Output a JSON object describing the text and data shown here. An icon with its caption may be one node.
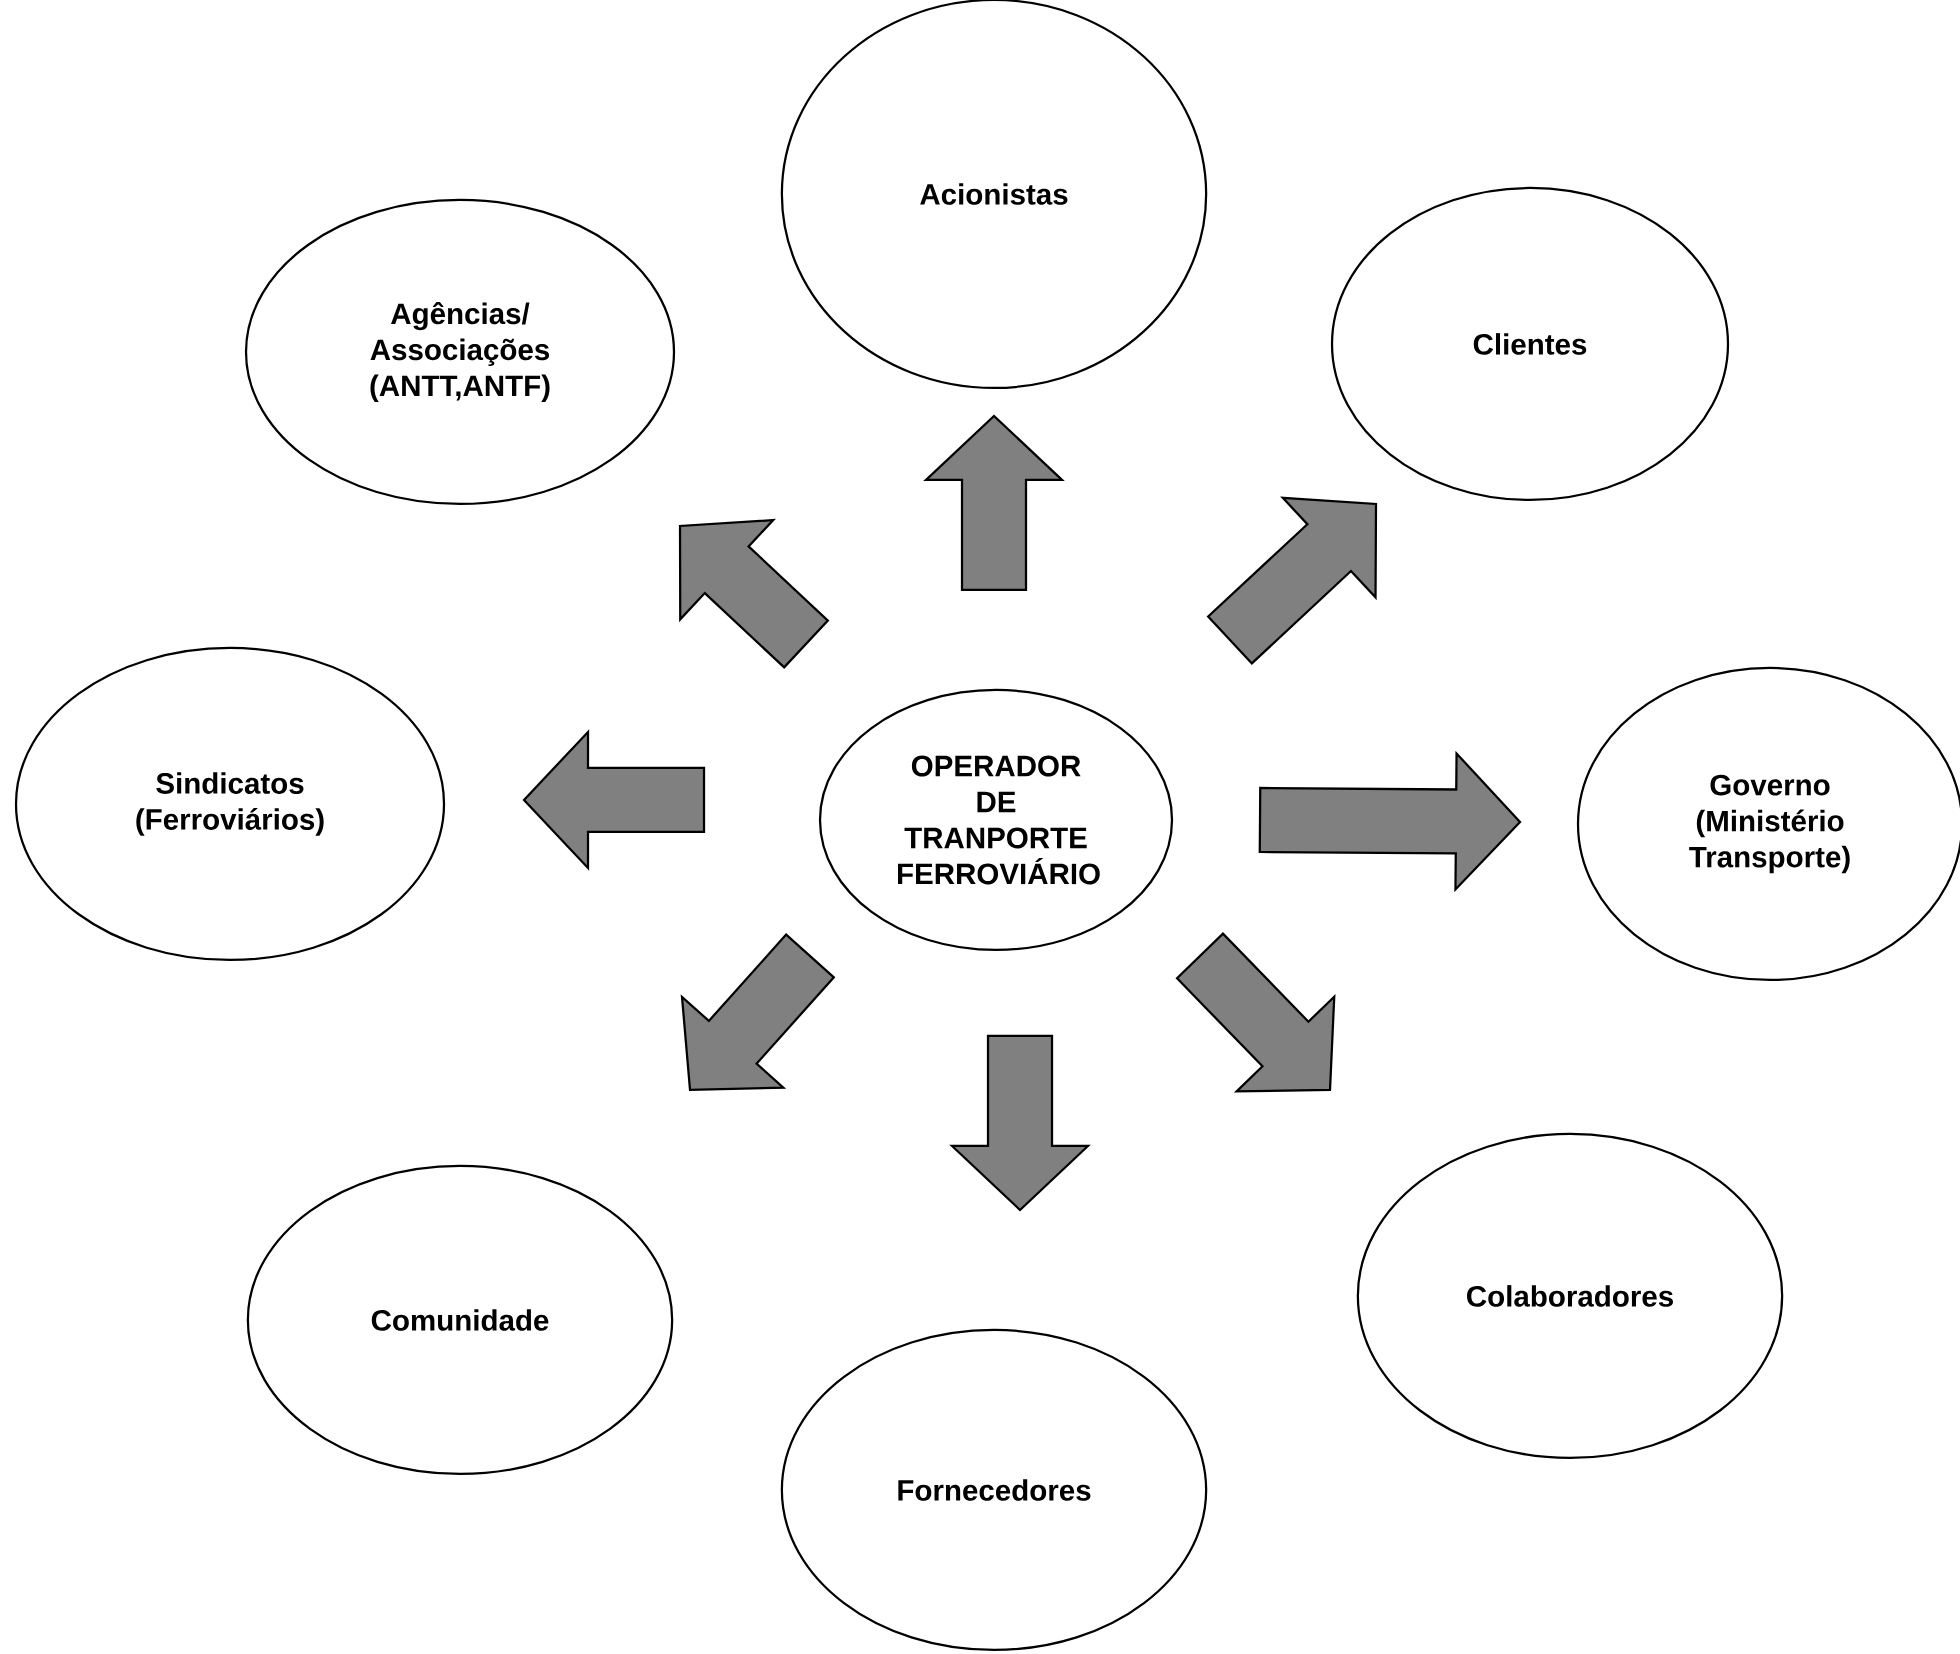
{
  "diagram": {
    "nodes": [
      {
        "text": [
          "OPERADOR DE TRANPORTE FERROVIÁRIO"
        ]
      },
      {
        "text": [
          "Acionistas"
        ]
      },
      {
        "text": [
          "Clientes"
        ]
      },
      {
        "text": [
          "Agências/ Associações (ANTT,ANTF)"
        ]
      },
      {
        "text": [
          "Sindicatos (Ferroviários)"
        ]
      },
      {
        "text": [
          "Governo (Ministério Transporte)"
        ]
      },
      {
        "text": [
          "Comunidade"
        ]
      },
      {
        "text": [
          "Fornecedores"
        ]
      },
      {
        "text": [
          "Colaboradores"
        ]
      }
    ],
    "edges": [
      {
        "from": 0,
        "to": 1,
        "arrow": "to"
      },
      {
        "from": 0,
        "to": 2,
        "arrow": "to"
      },
      {
        "from": 0,
        "to": 3,
        "arrow": "to"
      },
      {
        "from": 0,
        "to": 4,
        "arrow": "to"
      },
      {
        "from": 0,
        "to": 5,
        "arrow": "to"
      },
      {
        "from": 0,
        "to": 6,
        "arrow": "to"
      },
      {
        "from": 0,
        "to": 7,
        "arrow": "to"
      },
      {
        "from": 0,
        "to": 8,
        "arrow": "to"
      }
    ]
  }
}
